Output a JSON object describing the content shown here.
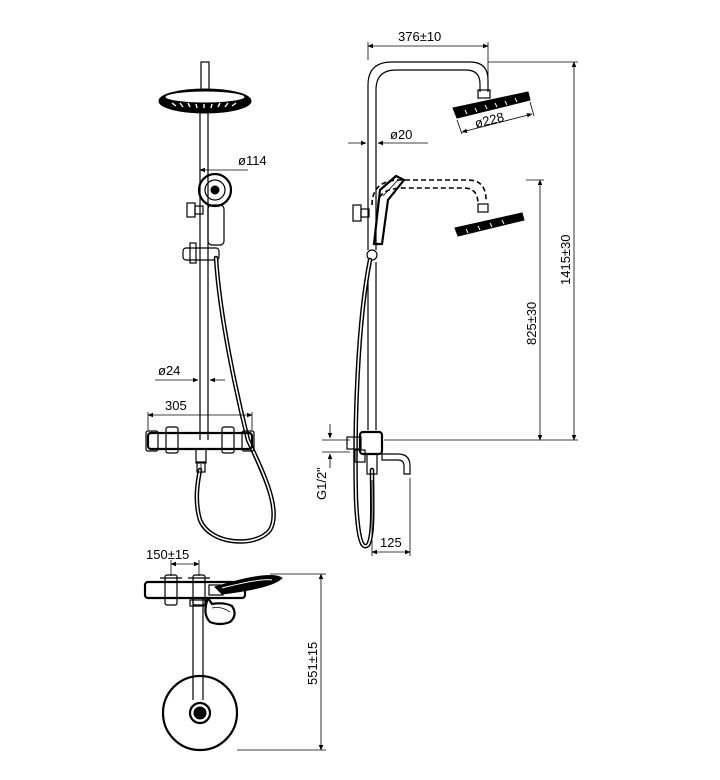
{
  "drawing": {
    "front_view": {
      "dim_head_diameter": "ø114",
      "dim_rail_diameter": "ø24",
      "dim_mixer_width": "305"
    },
    "side_view": {
      "dim_arm_reach": "376±10",
      "dim_head_diameter": "ø228",
      "dim_pipe_diameter": "ø20",
      "dim_total_height": "1415±30",
      "dim_mixer_to_head": "825±30",
      "dim_connection": "G1/2\"",
      "dim_spout": "125"
    },
    "top_view": {
      "dim_centers": "150±15",
      "dim_depth": "551±15"
    }
  }
}
